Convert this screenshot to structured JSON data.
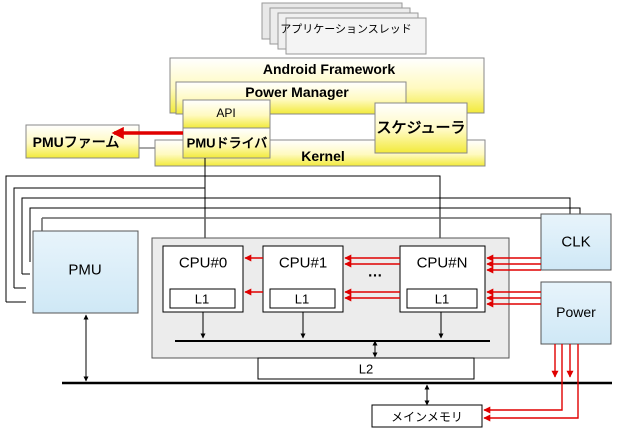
{
  "labels": {
    "app_thread": "アプリケーションスレッド",
    "android_framework": "Android Framework",
    "power_manager": "Power Manager",
    "api": "API",
    "pmu_driver": "PMUドライバ",
    "scheduler": "スケジューラ",
    "kernel": "Kernel",
    "pmu_firmware": "PMUファーム",
    "pmu": "PMU",
    "cpu0": "CPU#0",
    "cpu1": "CPU#1",
    "cpu_ellipsis": "…",
    "cpun": "CPU#N",
    "l1_cache": "L1",
    "l2_cache": "L2",
    "clk": "CLK",
    "power": "Power",
    "main_memory": "メインメモリ"
  },
  "colors": {
    "layer_yellow": "#ffffb0",
    "layer_yellow_dark": "#f2ea3a",
    "box_blue": "#d6ecf8",
    "cpu_area": "#ececec",
    "arrow_red": "#e00000",
    "app_gray": "#e8e8e8"
  }
}
